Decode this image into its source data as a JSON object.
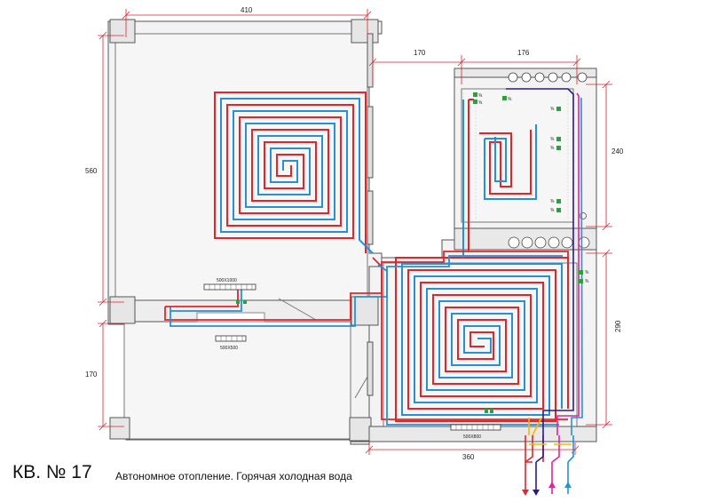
{
  "title": {
    "main": "КВ. № 17",
    "subtitle": "Автономное отопление. Горячая холодная вода"
  },
  "dimensions": {
    "top_width": "410",
    "left_height": "560",
    "lower_left_height": "170",
    "middle_gap": "170",
    "right_width": "176",
    "right_upper_height": "240",
    "right_lower_height": "290",
    "bottom_width": "360"
  },
  "radiators": {
    "r1": "500X1000",
    "r2": "500X500",
    "r3": "500X800"
  },
  "colors": {
    "hot_pipe": "#e0262b",
    "cold_pipe": "#2a8fd4",
    "dimension_line": "#d9232d",
    "wall": "#555555",
    "floor": "#f3f3f3",
    "valve": "#2e9e3e"
  },
  "outlets": [
    {
      "color": "#e0262b",
      "direction": "down"
    },
    {
      "color": "#2b1b8a",
      "direction": "down"
    },
    {
      "color": "#e0249a",
      "direction": "up"
    },
    {
      "color": "#2a8fd4",
      "direction": "up"
    }
  ]
}
